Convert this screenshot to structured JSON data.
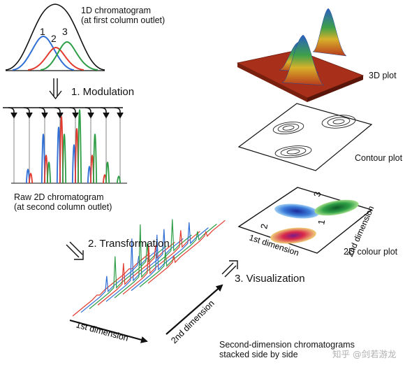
{
  "labels": {
    "chrom_1d_line1": "1D chromatogram",
    "chrom_1d_line2": "(at first column outlet)",
    "peak_1": "1",
    "peak_2": "2",
    "peak_3": "3",
    "step_modulation": "1. Modulation",
    "raw_2d_line1": "Raw 2D chromatogram",
    "raw_2d_line2": "(at second column outlet)",
    "step_transformation": "2. Transformation",
    "step_visualization": "3. Visualization",
    "plot_3d": "3D plot",
    "contour_plot": "Contour plot",
    "colour_plot_2d": "2D colour plot",
    "first_dimension": "1st dimension",
    "second_dimension": "2nd dimension",
    "stacked_line1": "Second-dimension chromatograms",
    "stacked_line2": "stacked side by side",
    "watermark": "知乎 @剑若游龙"
  },
  "colors": {
    "blue": "#2f6fd6",
    "red": "#e23a2e",
    "green": "#2e9e46",
    "black": "#111111"
  }
}
